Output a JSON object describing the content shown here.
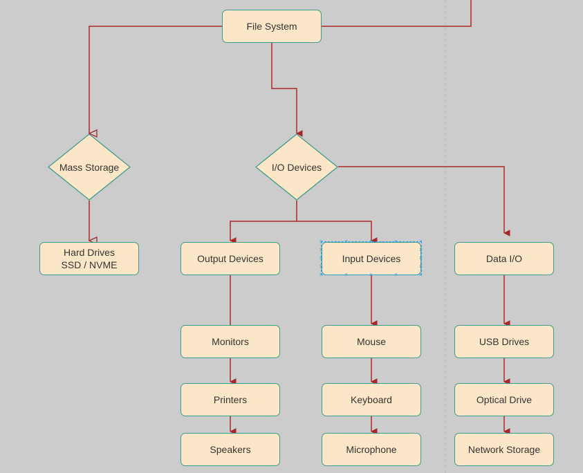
{
  "colors": {
    "background": "#cccccc",
    "node_fill": "#fce6c8",
    "node_stroke": "#3f9a8c",
    "edge": "#a8282a",
    "selection": "#2aa0e8"
  },
  "nodes": {
    "file_system": "File System",
    "mass_storage": "Mass Storage",
    "io_devices": "I/O Devices",
    "hard_drives_line1": "Hard Drives",
    "hard_drives_line2": "SSD / NVME",
    "output_devices": "Output Devices",
    "input_devices": "Input Devices",
    "data_io": "Data I/O",
    "monitors": "Monitors",
    "printers": "Printers",
    "speakers": "Speakers",
    "mouse": "Mouse",
    "keyboard": "Keyboard",
    "microphone": "Microphone",
    "usb_drives": "USB Drives",
    "optical_drive": "Optical Drive",
    "network_storage": "Network Storage"
  },
  "selected_node": "Input Devices"
}
